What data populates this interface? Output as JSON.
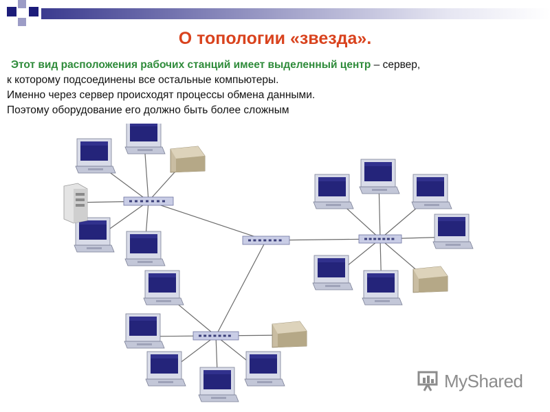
{
  "slide": {
    "title": "О топологии «звезда».",
    "paragraph": {
      "line1_highlight": "Этот вид расположения рабочих станций имеет выделенный центр",
      "line1_rest": " – сервер,",
      "line2": "к которому подсоединены все остальные компьютеры.",
      "line3": "Именно через сервер происходят процессы обмена данными.",
      "line4": "Поэтому оборудование его должно быть более сложным"
    }
  },
  "diagram": {
    "hubs": [
      "hub-top-left",
      "hub-center",
      "hub-right",
      "hub-bottom"
    ],
    "device_types": [
      "workstation",
      "server-tower",
      "printer"
    ]
  },
  "watermark": {
    "text": "MyShared"
  },
  "colors": {
    "title": "#d9431e",
    "highlight": "#2e8b3a",
    "hub": "#c9cde6",
    "screen": "#24247a",
    "monitor_body": "#d8dbe8",
    "printer": "#c9bda2",
    "line": "#6b6b6b"
  }
}
